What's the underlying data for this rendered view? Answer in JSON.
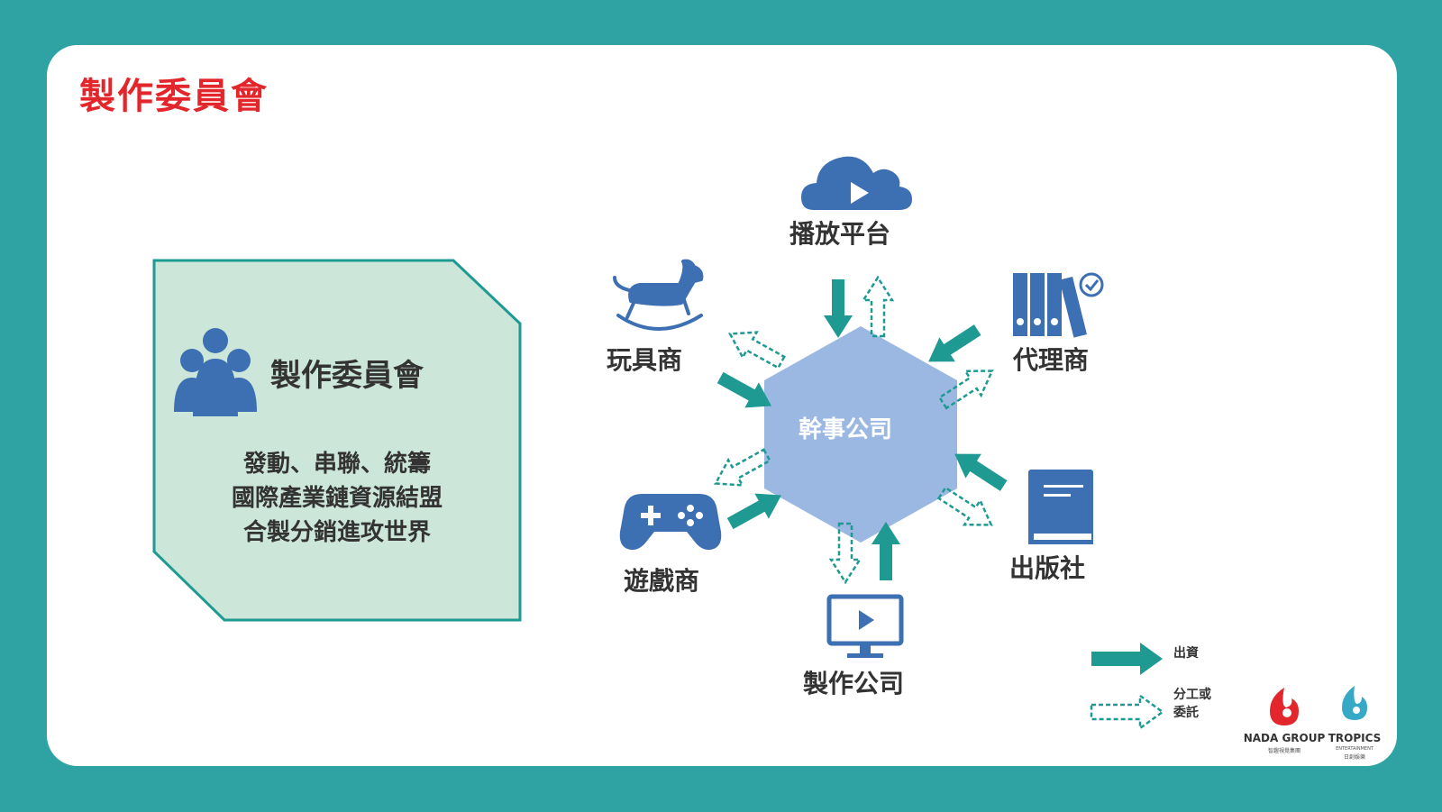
{
  "page": {
    "title": "製作委員會"
  },
  "panel": {
    "heading": "製作委員會",
    "lines": [
      "發動、串聯、統籌",
      "國際產業鏈資源結盟",
      "合製分銷進攻世界"
    ]
  },
  "center": {
    "label": "幹事公司"
  },
  "nodes": [
    {
      "id": "streaming",
      "label": "播放平台",
      "icon": "cloud-play-icon"
    },
    {
      "id": "agency",
      "label": "代理商",
      "icon": "binders-icon"
    },
    {
      "id": "publisher",
      "label": "出版社",
      "icon": "book-icon"
    },
    {
      "id": "production",
      "label": "製作公司",
      "icon": "monitor-play-icon"
    },
    {
      "id": "games",
      "label": "遊戲商",
      "icon": "gamepad-icon"
    },
    {
      "id": "toys",
      "label": "玩具商",
      "icon": "rocking-horse-icon"
    }
  ],
  "legend": {
    "solid": "出資",
    "dashed": [
      "分工或",
      "委託"
    ]
  },
  "logos": {
    "nada": {
      "name": "NADA GROUP",
      "sub": "智趣視覺集團"
    },
    "tropics": {
      "name": "TROPICS",
      "sub": "ENTERTAINMENT",
      "sub2": "日創娛樂"
    }
  },
  "colors": {
    "teal": "#1e9a93",
    "blue": "#3d6fb3",
    "hex": "#9ab8e2",
    "panel": "#cce6d9",
    "title": "#e2262b"
  }
}
